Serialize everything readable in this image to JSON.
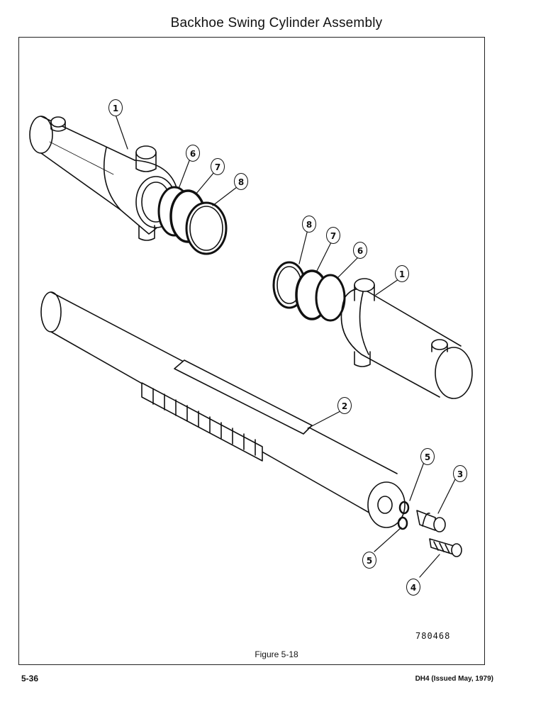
{
  "title": "Backhoe Swing Cylinder Assembly",
  "figure_caption": "Figure 5-18",
  "drawing_number": "780468",
  "page_number": "5-36",
  "document_ref": "DH4 (Issued May, 1979)",
  "callouts": [
    "1",
    "6",
    "7",
    "8",
    "8",
    "7",
    "6",
    "1",
    "2",
    "5",
    "3",
    "5",
    "4"
  ],
  "icons": [
    "cylinder-barrel-icon",
    "piston-rack-icon",
    "seal-ring-icon",
    "end-plug-icon"
  ]
}
